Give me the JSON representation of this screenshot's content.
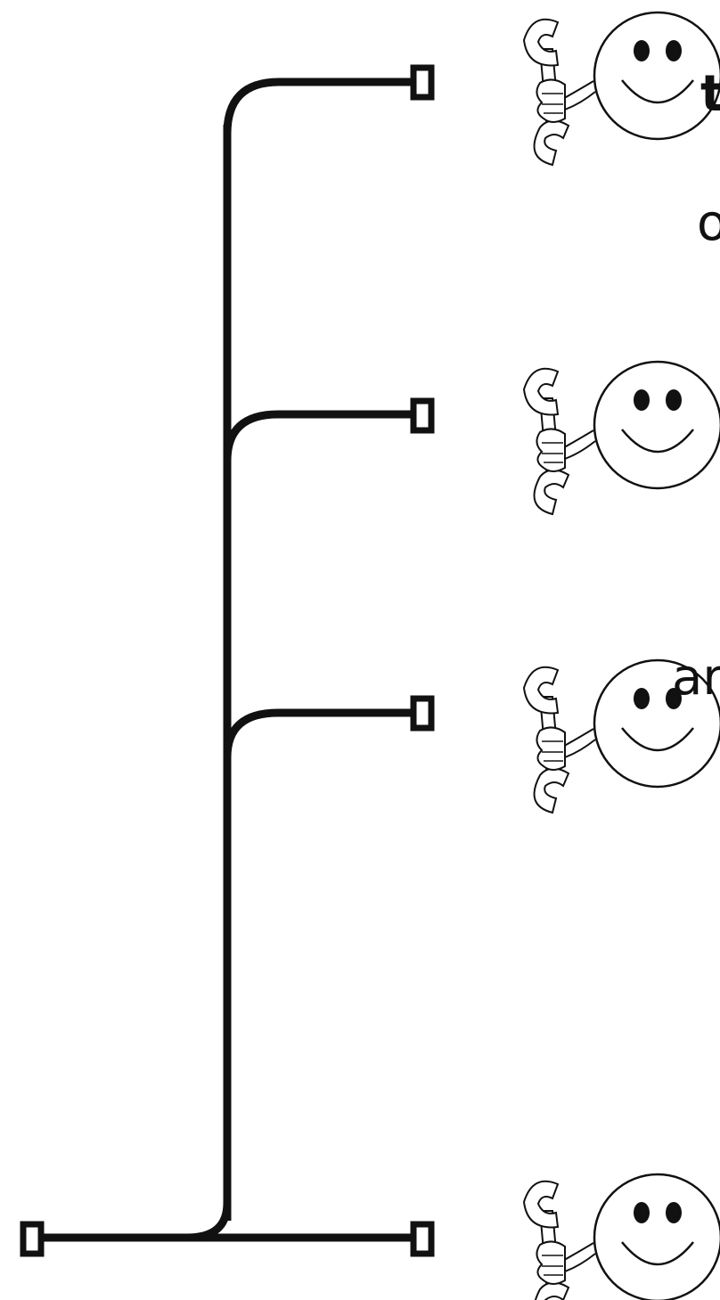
{
  "texts": {
    "fragment_1": "t",
    "fragment_2": "o",
    "fragment_3": "ar"
  },
  "diagram": {
    "branches": [
      {
        "name": "branch-1"
      },
      {
        "name": "branch-2"
      },
      {
        "name": "branch-3"
      },
      {
        "name": "branch-4"
      }
    ],
    "icons": [
      "smiley-wrench-icon",
      "smiley-wrench-icon",
      "smiley-wrench-icon",
      "smiley-wrench-icon"
    ]
  },
  "colors": {
    "stroke": "#111111",
    "background": "#ffffff"
  }
}
